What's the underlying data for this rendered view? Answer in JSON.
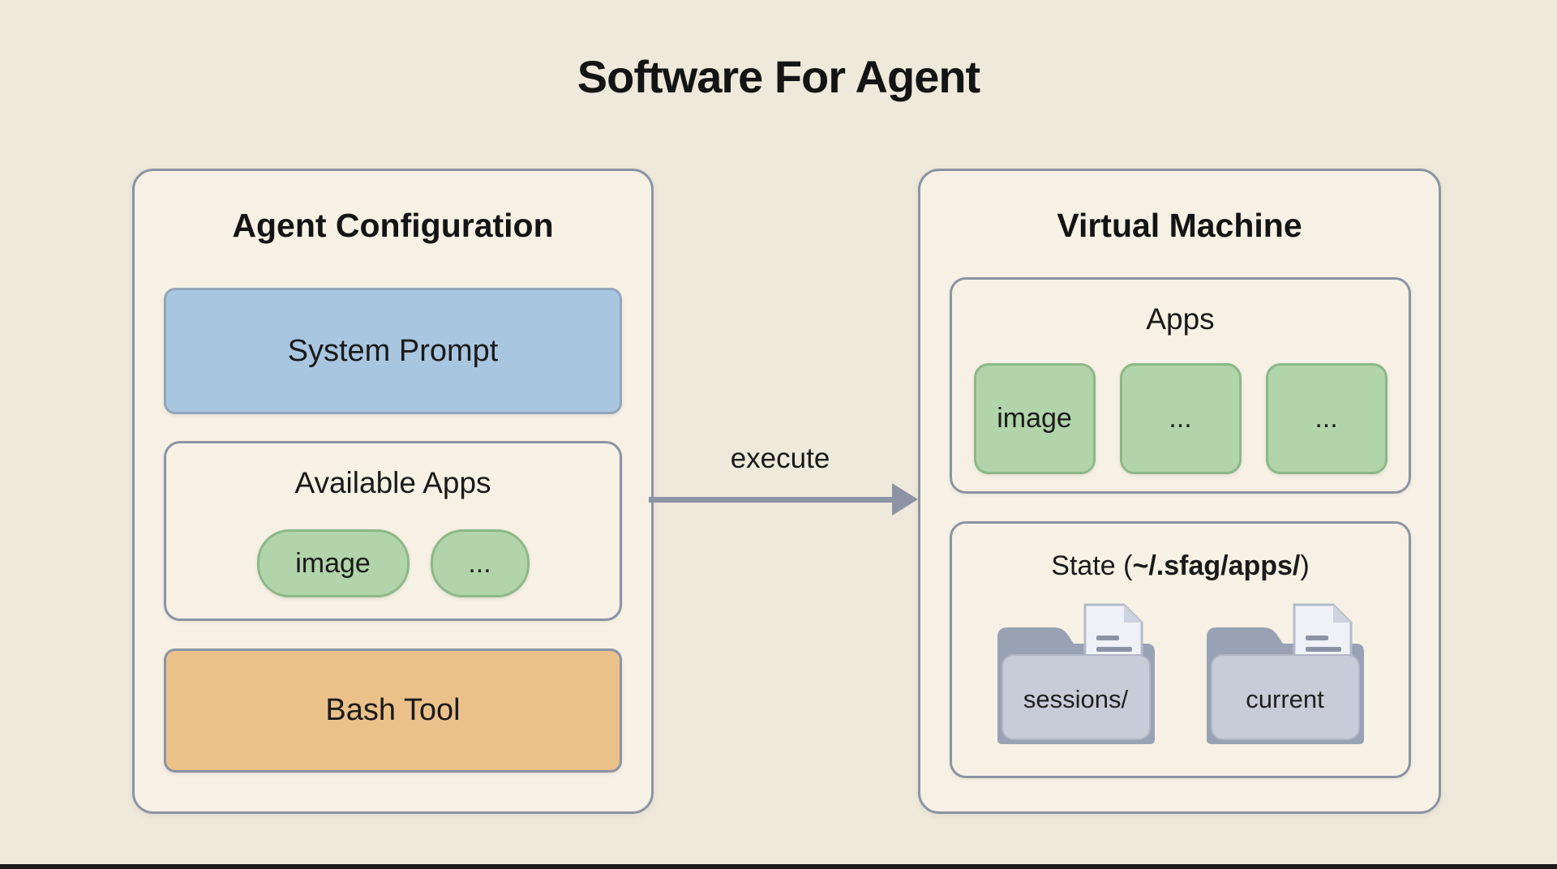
{
  "title": "Software For Agent",
  "left_panel": {
    "title": "Agent Configuration",
    "system_prompt": {
      "label": "System Prompt"
    },
    "available_apps": {
      "title": "Available Apps",
      "pills": [
        "image",
        "..."
      ]
    },
    "bash_tool": {
      "label": "Bash Tool"
    }
  },
  "arrow": {
    "label": "execute"
  },
  "right_panel": {
    "title": "Virtual Machine",
    "apps": {
      "title": "Apps",
      "items": [
        "image",
        "...",
        "..."
      ]
    },
    "state": {
      "title_prefix": "State (",
      "path": "~/.sfag/apps/",
      "title_suffix": ")",
      "folders": [
        "sessions/",
        "current"
      ]
    }
  },
  "colors": {
    "background": "#efe9db",
    "panel_fill": "#f6f1e4",
    "border_gray": "#8b93a4",
    "blue_fill": "#a9c6e1",
    "green_fill": "#b2d4ab",
    "orange_fill": "#ebc18a",
    "folder_back": "#99a2b4",
    "folder_front": "#c7ccd8",
    "text": "#161616"
  }
}
